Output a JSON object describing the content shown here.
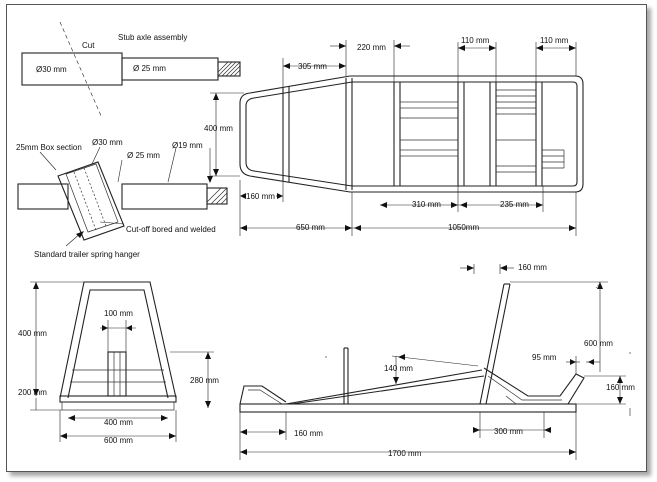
{
  "stub_axle": {
    "title": "Stub axle assembly",
    "cut": "Cut",
    "d30": "Ø30 mm",
    "d25": "Ø 25 mm"
  },
  "hanger": {
    "box_section": "25mm Box section",
    "d30": "Ø30 mm",
    "d25": "Ø 25 mm",
    "d19": "Ø19 mm",
    "cutoff": "Cut-off bored and welded",
    "spring_hanger": "Standard trailer spring hanger"
  },
  "plan_view": {
    "d305": "305 mm",
    "d220": "220 mm",
    "d110a": "110 mm",
    "d110b": "110 mm",
    "d400": "400 mm",
    "d160": "160 mm",
    "d310": "310 mm",
    "d235": "235 mm",
    "d650": "650 mm",
    "d1050": "1050mm"
  },
  "end_view": {
    "d400": "400 mm",
    "d100": "100 mm",
    "d280": "280 mm",
    "d200": "200 mm",
    "d400w": "400 mm",
    "d600": "600 mm"
  },
  "side_view": {
    "d160top": "160 mm",
    "d600": "600 mm",
    "d95": "95 mm",
    "d140": "140 mm",
    "d160r": "160 mm",
    "d160b": "160 mm",
    "d300": "300 mm",
    "d1700": "1700 mm"
  }
}
